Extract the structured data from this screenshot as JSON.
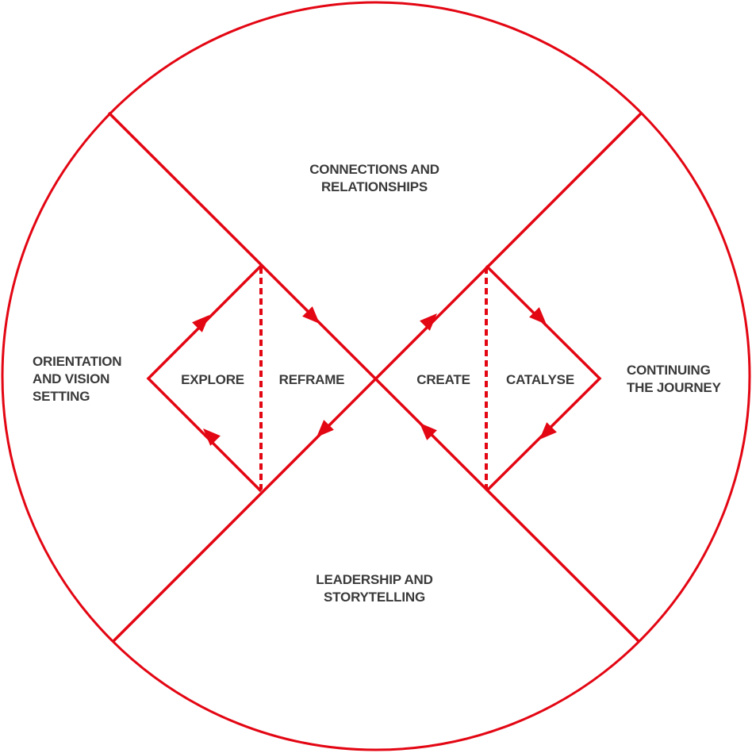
{
  "colors": {
    "accent": "#e30613",
    "text": "#3a3a3a"
  },
  "quadrants": {
    "top": [
      "CONNECTIONS AND",
      "RELATIONSHIPS"
    ],
    "left": [
      "ORIENTATION",
      "AND VISION",
      "SETTING"
    ],
    "right": [
      "CONTINUING",
      "THE JOURNEY"
    ],
    "bottom": [
      "LEADERSHIP AND",
      "STORYTELLING"
    ]
  },
  "phases": [
    "EXPLORE",
    "REFRAME",
    "CREATE",
    "CATALYSE"
  ]
}
